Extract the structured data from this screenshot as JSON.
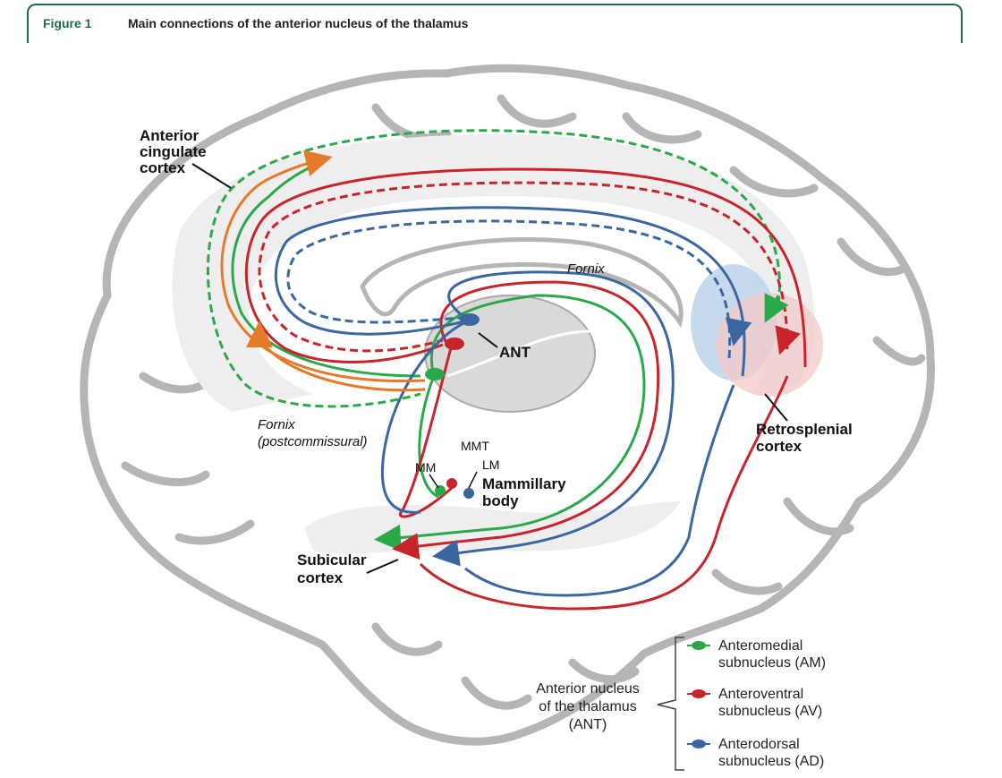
{
  "figure": {
    "label": "Figure 1",
    "title": "Main connections of the anterior nucleus of the thalamus"
  },
  "regions": {
    "anterior_cingulate": [
      "Anterior",
      "cingulate",
      "cortex"
    ],
    "retrosplenial": [
      "Retrosplenial",
      "cortex"
    ],
    "subicular": [
      "Subicular",
      "cortex"
    ],
    "mammillary": [
      "Mammillary",
      "body"
    ],
    "ant": "ANT",
    "fornix": "Fornix",
    "fornix_post": [
      "Fornix",
      "(postcommissural)"
    ],
    "mm": "MM",
    "mmt": "MMT",
    "lm": "LM"
  },
  "legend": {
    "group": [
      "Anterior nucleus",
      "of the thalamus",
      "(ANT)"
    ],
    "items": [
      {
        "line1": "Anteromedial",
        "line2": "subnucleus (AM)",
        "color": "#2aa84a"
      },
      {
        "line1": "Anteroventral",
        "line2": "subnucleus (AV)",
        "color": "#c8242b"
      },
      {
        "line1": "Anterodorsal",
        "line2": "subnucleus (AD)",
        "color": "#3a67a0"
      }
    ]
  },
  "colors": {
    "green": "#2aa84a",
    "red": "#c8242b",
    "blue": "#3a67a0",
    "orange": "#e57a2a",
    "brain_outline": "#b5b5b5",
    "shade": "#eeeeee",
    "frame": "#1f6b52"
  }
}
